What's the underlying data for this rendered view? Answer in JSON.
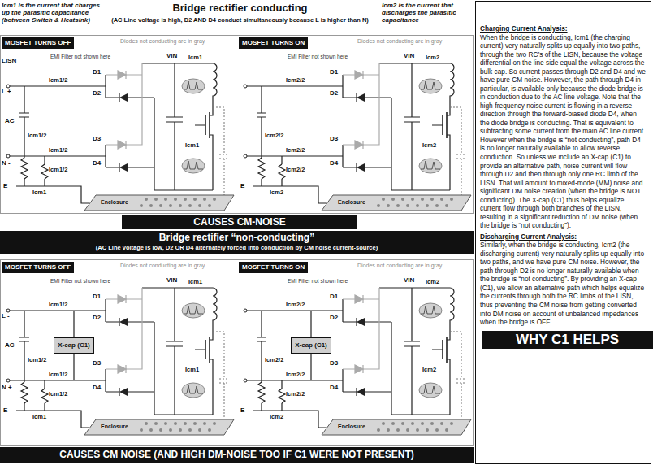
{
  "diagram": {
    "nodes": [
      {
        "text": [
          "MOSFET TURNS OFF"
        ]
      },
      {
        "text": [
          "MOSFET TURNS ON"
        ]
      },
      {
        "text": [
          "CAUSES CM-NOISE"
        ]
      },
      {
        "text": [
          "Bridge rectifier “non-conducting”",
          "(AC Line voltage is low, D2 OR D4 alternately forced into conduction by CM noise current-source)"
        ]
      },
      {
        "text": [
          "MOSFET TURNS OFF"
        ]
      },
      {
        "text": [
          "MOSFET TURNS ON"
        ]
      },
      {
        "text": [
          "X-cap (C1)"
        ]
      },
      {
        "text": [
          "X-cap (C1)"
        ]
      },
      {
        "text": [
          "CAUSES CM NOISE (AND HIGH DM-NOISE TOO IF C1 WERE NOT PRESENT)"
        ]
      },
      {
        "text": [
          "Charging Current Analysis:",
          "When the bridge is conducting, Icm1 (the charging current) very naturally splits up equally into two paths, through the two RC’s of the LISN, because the voltage differential on the line side equal the voltage across the bulk cap. So current passes through D2 and D4 and we have pure CM noise. However, the path through D4 in particular, is available only because the diode bridge is in conduction due to the AC line voltage. Note that the high-frequency noise current is flowing in a reverse direction through the forward-biased diode D4, when the diode bridge is conducting. That is equivalent to subtracting some current from the main AC line current. However when the bridge is “not conducting”, path D4 is no longer naturally available to allow reverse conduction. So unless we include an X-cap (C1) to provide an alternative path, noise current will flow through D2 and then through only one RC limb of the LISN. That will amount to mixed-mode (MM) noise and significant DM noise creation (when the bridge is NOT conducting). The X-cap (C1) thus helps equalize current flow through both branches of the LISN, resulting in a significant reduction of DM noise (when the bridge is “not conducting”).",
          "Discharging Current Analysis:",
          "Similarly, when the bridge is conducting, Icm2 (the discharging current) very naturally splits up equally into two paths, and we have pure CM noise. However, the path through D2 is no longer naturally available when the bridge is “not conducting”. By providing an X-cap (C1), we allow an alternative path which helps equalize the currents through both the RC limbs of the LISN, thus preventing the CM noise from getting converted into DM noise on account of unbalanced impedances when the bridge is OFF."
        ]
      },
      {
        "text": [
          "WHY C1 HELPS"
        ],
        "in": 9
      }
    ],
    "labels": [
      "Icm1 is the current that charges up the parasitic capacitance (between Switch & Heatsink)",
      "Bridge rectifier conducting",
      "(AC Line voltage is high, D2 AND D4 conduct simultaneously because L is higher than N)",
      "Icm2 is the current that discharges the parasitic capacitance",
      "Diodes not conducting are in gray",
      "EMI Filter not shown here",
      "D1",
      "D2",
      "D3",
      "D4",
      "VIN",
      "Enclosure",
      "E",
      "Icm1/2",
      "Icm1/2",
      "Icm1/2",
      "Icm1/2",
      "Icm1",
      "Icm1",
      "Icm1",
      "LISN",
      "L +",
      "AC",
      "N -",
      "Diodes not conducting are in gray",
      "EMI Filter not shown here",
      "D1",
      "D2",
      "D3",
      "D4",
      "VIN",
      "Enclosure",
      "E",
      "Icm2/2",
      "Icm2/2",
      "Icm2/2",
      "Icm2/2",
      "Icm2",
      "Icm2",
      "Icm2",
      "Diodes not conducting are in gray",
      "EMI Filter not shown here",
      "D1",
      "D2",
      "D3",
      "D4",
      "VIN",
      "Enclosure",
      "E",
      "Icm1/2",
      "Icm1/2",
      "Icm1/2",
      "Icm1/2",
      "Icm1",
      "Icm1",
      "Icm1",
      "L -",
      "AC",
      "N +",
      "Diodes not conducting are in gray",
      "EMI Filter not shown here",
      "D1",
      "D2",
      "D3",
      "D4",
      "VIN",
      "Enclosure",
      "E",
      "Icm2/2",
      "Icm2/2",
      "Icm2/2",
      "Icm2/2",
      "Icm2",
      "Icm2",
      "Icm2"
    ]
  }
}
